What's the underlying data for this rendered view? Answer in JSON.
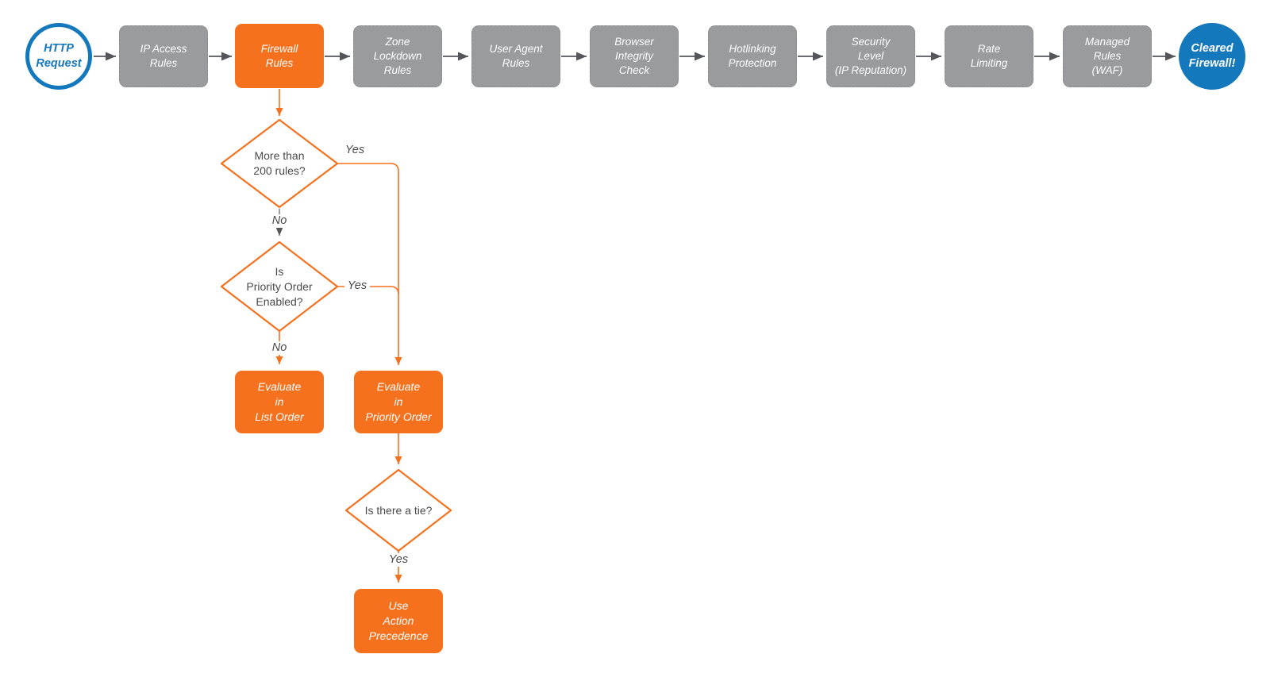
{
  "colors": {
    "orange": "#F5711D",
    "gray": "#9A9B9D",
    "blue": "#1478BD",
    "text_dark": "#4A4A4A",
    "arrow_gray": "#55565A",
    "node_background": "#FFFFFF"
  },
  "pipeline": {
    "start": {
      "label": "HTTP\nRequest"
    },
    "stages": [
      {
        "label": "IP Access\nRules"
      },
      {
        "label": "Firewall\nRules",
        "highlighted": true
      },
      {
        "label": "Zone\nLockdown\nRules"
      },
      {
        "label": "User Agent\nRules"
      },
      {
        "label": "Browser\nIntegrity\nCheck"
      },
      {
        "label": "Hotlinking\nProtection"
      },
      {
        "label": "Security\nLevel\n(IP Reputation)"
      },
      {
        "label": "Rate\nLimiting"
      },
      {
        "label": "Managed\nRules\n(WAF)"
      }
    ],
    "end": {
      "label": "Cleared\nFirewall!"
    }
  },
  "decision_tree": {
    "d1": {
      "question": "More than\n200 rules?",
      "yes_label": "Yes",
      "no_label": "No"
    },
    "d2": {
      "question": "Is\nPriority Order\nEnabled?",
      "yes_label": "Yes",
      "no_label": "No"
    },
    "d3": {
      "question": "Is there a tie?",
      "yes_label": "Yes"
    },
    "outcomes": {
      "list_order": "Evaluate\nin\nList Order",
      "priority_order": "Evaluate\nin\nPriority Order",
      "action_precedence": "Use\nAction\nPrecedence"
    }
  }
}
